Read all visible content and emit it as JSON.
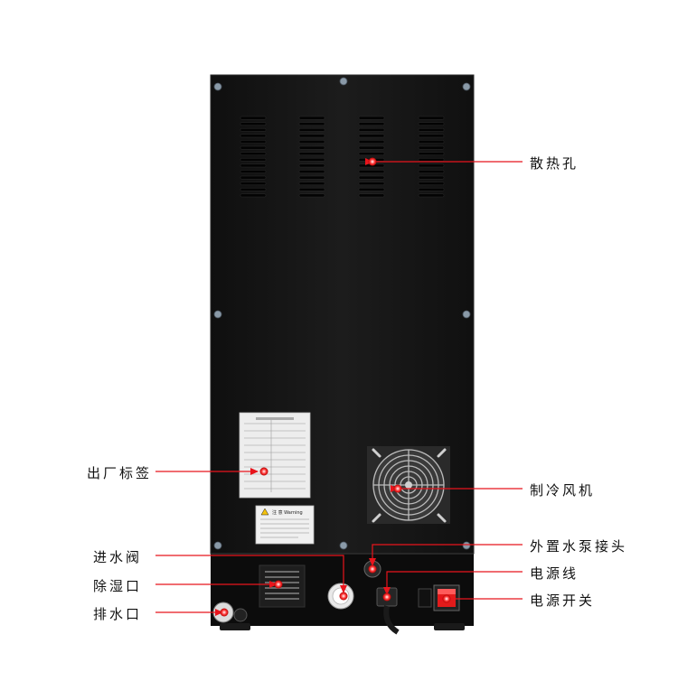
{
  "callouts": {
    "heat_vents": "散热孔",
    "factory_label": "出厂标签",
    "cooling_fan": "制冷风机",
    "water_inlet_valve": "进水阀",
    "dehumidify_port": "除湿口",
    "drain_port": "排水口",
    "external_pump_connector": "外置水泵接头",
    "power_cord": "电源线",
    "power_switch": "电源开关"
  },
  "warning_sticker": {
    "title": "注 意 Warning"
  },
  "colors": {
    "panel": "#161616",
    "arrow": "#e8141c",
    "switch": "#e11b1b"
  }
}
